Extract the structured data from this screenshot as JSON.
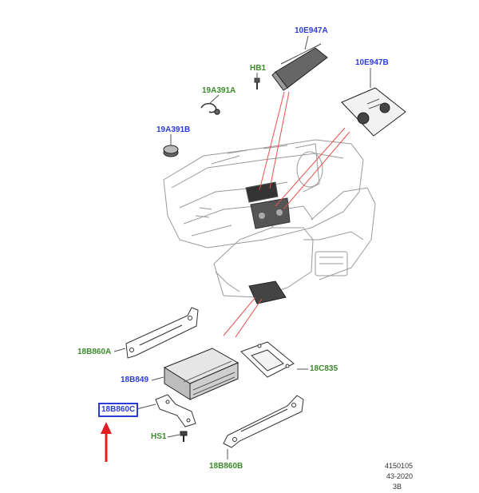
{
  "callouts": {
    "p10E947A": "10E947A",
    "p10E947B": "10E947B",
    "pHB1": "HB1",
    "p19A391A": "19A391A",
    "p19A391B": "19A391B",
    "p18B860A": "18B860A",
    "p18B849": "18B849",
    "p18C835": "18C835",
    "p18B860C": "18B860C",
    "pHS1": "HS1",
    "p18B860B": "18B860B"
  },
  "footer": {
    "ref": "4150105",
    "date": "43-2020",
    "page": "3B"
  },
  "colors": {
    "blue_label": "#2b3bd6",
    "green_label": "#3b8a2a",
    "leader_red": "#e8504a",
    "arrow_red": "#e02020",
    "line_art": "#777777"
  },
  "icons": {
    "highlight": "red-arrow-icon"
  }
}
